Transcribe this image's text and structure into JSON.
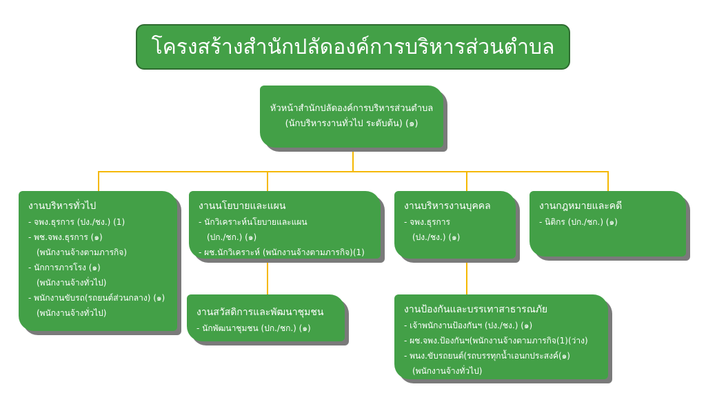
{
  "title": "โครงสร้างสำนักปลัดองค์การบริหารส่วนตำบล",
  "head": {
    "line1": "หัวหน้าสำนักปลัดองค์การบริหารส่วนตำบล",
    "line2": "(นักบริหารงานทั่วไป ระดับต้น) (๑)"
  },
  "units": [
    {
      "title": "งานบริหารทั่วไป",
      "items": [
        [
          "- จพง.ธุรการ (ปง./ชง.) (1)"
        ],
        [
          "- พช.จพง.ธุรการ (๑)",
          "(พนักงานจ้างตามภารกิจ)"
        ],
        [
          "- นักการภารโรง (๑)",
          "(พนักงานจ้างทั่วไป)"
        ],
        [
          "- พนักงานขับรถ(รถยนต์ส่วนกลาง) (๑)",
          "(พนักงานจ้างทั่วไป)"
        ]
      ]
    },
    {
      "title": "งานนโยบายและแผน",
      "items": [
        [
          "- นักวิเคราะห์นโยบายและแผน",
          "(ปก./ชก.) (๑)"
        ],
        [
          "- ผช.นักวิเคราะห์ (พนักงานจ้างตามภารกิจ)(1)"
        ]
      ]
    },
    {
      "title": "งานบริหารงานบุคคล",
      "items": [
        [
          "- จพง.ธุรการ",
          "(ปง./ชง.) (๑)"
        ]
      ]
    },
    {
      "title": "งานกฎหมายและคดี",
      "items": [
        [
          "- นิติกร (ปก./ชก.) (๑)"
        ]
      ]
    },
    {
      "title": "งานสวัสดิการและพัฒนาชุมชน",
      "items": [
        [
          "- นักพัฒนาชุมชน (ปก./ชก.) (๑)"
        ]
      ]
    },
    {
      "title": "งานป้องกันและบรรเทาสาธารณภัย",
      "items": [
        [
          "- เจ้าพนักงานป้องกันฯ (ปง./ชง.) (๑)"
        ],
        [
          "- ผช.จพง.ป้องกันฯ(พนักงานจ้างตามภารกิจ(1)(ว่าง)"
        ],
        [
          "- พนง.ขับรถยนต์(รถบรรทุกน้ำเอนกประสงค์(๑)",
          "(พนักงานจ้างทั่วไป)"
        ]
      ]
    }
  ],
  "colors": {
    "box": "#43a047",
    "connector": "#f5b800",
    "shadow": "#7a7a7a"
  }
}
